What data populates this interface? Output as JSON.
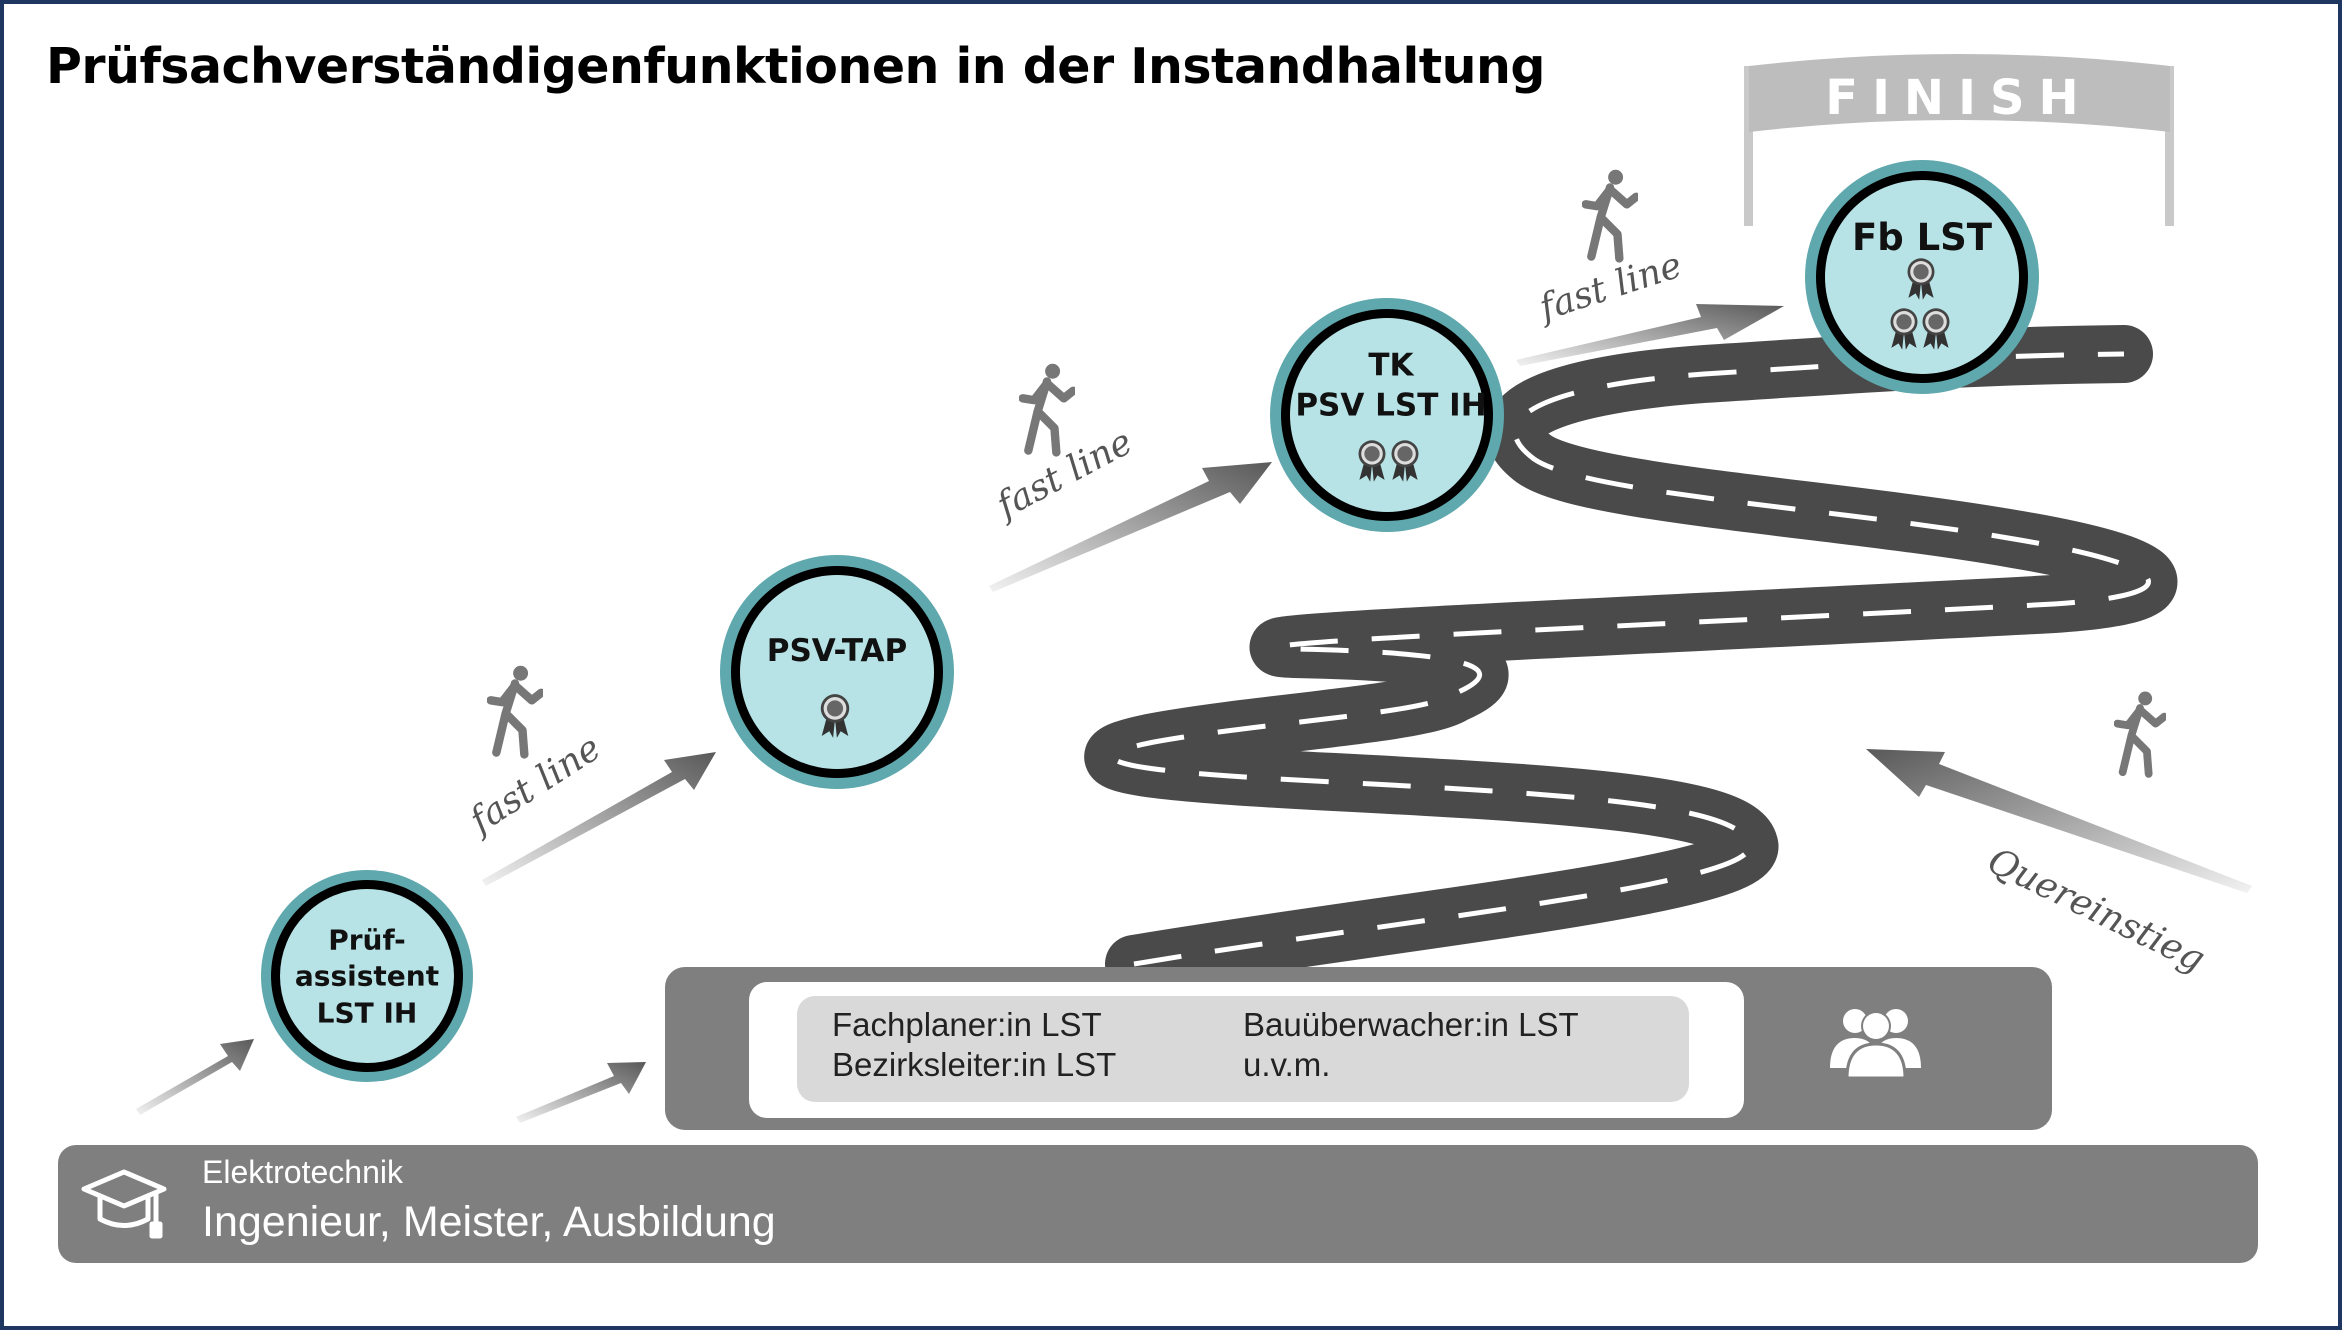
{
  "title": "Prüfsachverständigenfunktionen in der Instandhaltung",
  "finish_banner": "FINISH",
  "stations": [
    {
      "label": "Prüf-\nassistent\nLST IH",
      "awards": 0
    },
    {
      "label": "PSV-TAP",
      "awards": 1
    },
    {
      "label": "TK\nPSV LST IH",
      "awards": 2
    },
    {
      "label": "Fb LST",
      "awards": 3
    }
  ],
  "fast_line_label": "fast line",
  "side_entry_label": "Quereinstieg",
  "roles": {
    "left": [
      "Fachplaner:in LST",
      "Bezirksleiter:in LST"
    ],
    "right": [
      "Bauüberwacher:in LST",
      "u.v.m."
    ]
  },
  "base": {
    "subtitle": "Elektrotechnik",
    "title": "Ingenieur, Meister, Ausbildung"
  },
  "icons": {
    "base": "graduation-cap-icon",
    "roles": "team-icon",
    "runner": "runner-icon",
    "award": "award-badge-icon"
  },
  "colors": {
    "frame": "#1f3660",
    "circle_fill": "#b7e3e6",
    "circle_ring": "#5fa8ad",
    "bar_gray": "#7f7f7f",
    "road": "#5a5a5a"
  }
}
